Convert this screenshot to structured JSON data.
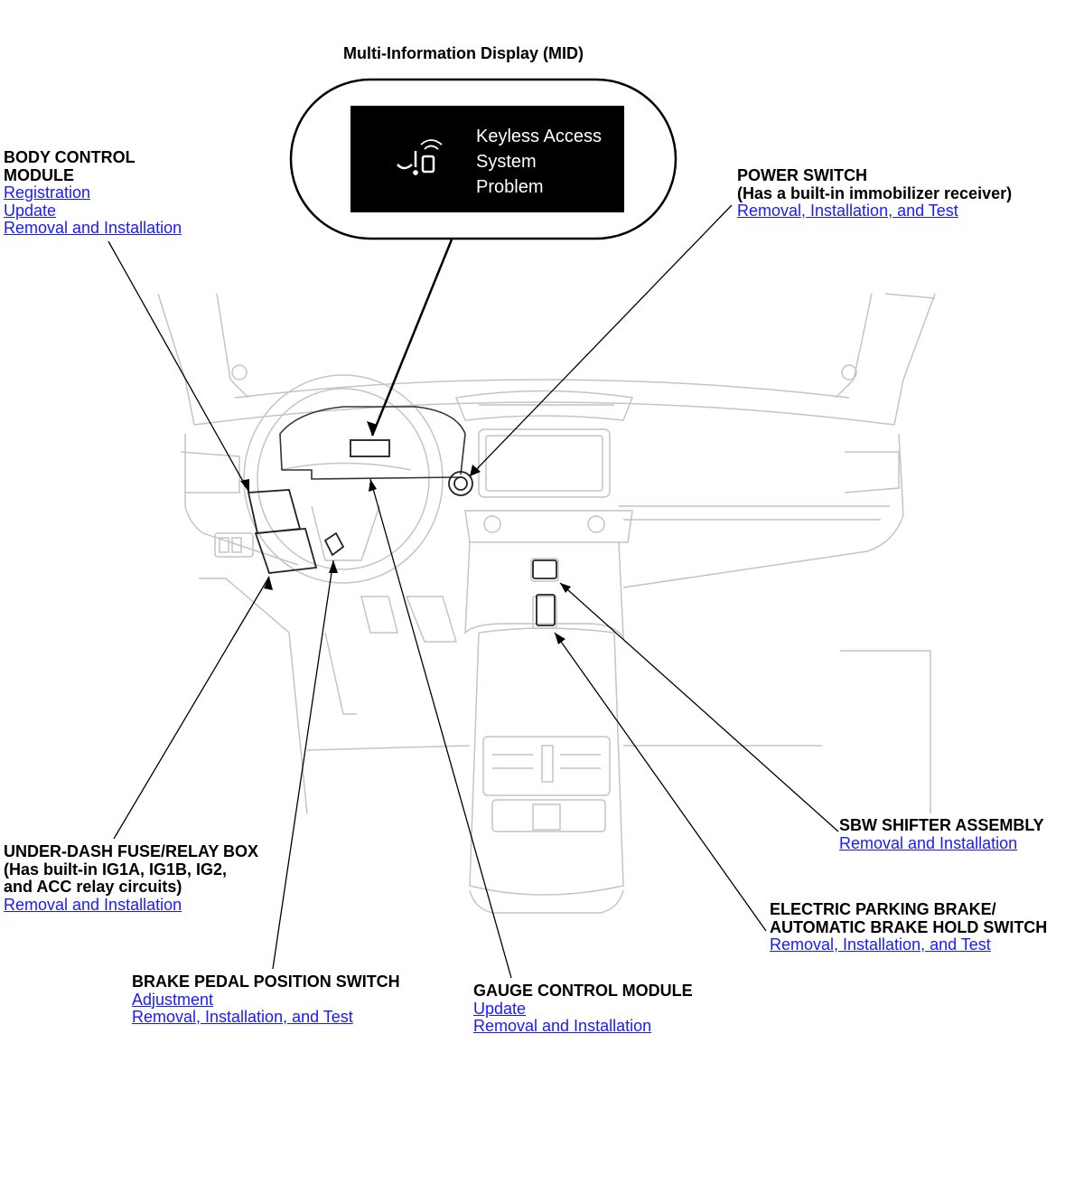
{
  "mid": {
    "title": "Multi-Information Display (MID)",
    "screen_lines": [
      "Keyless Access",
      "System",
      "Problem"
    ]
  },
  "body_control_module": {
    "title_line1": "BODY CONTROL",
    "title_line2": "MODULE",
    "links": [
      "Registration",
      "Update",
      "Removal and Installation"
    ]
  },
  "power_switch": {
    "title": "POWER SWITCH",
    "subtitle": "(Has a built-in immobilizer receiver)",
    "links": [
      "Removal, Installation, and Test"
    ]
  },
  "under_dash_fuse_relay_box": {
    "title": "UNDER-DASH FUSE/RELAY BOX",
    "subtitle_line1": "(Has built-in IG1A, IG1B, IG2,",
    "subtitle_line2": "and ACC relay circuits)",
    "links": [
      "Removal and Installation"
    ]
  },
  "brake_pedal_position_switch": {
    "title": "BRAKE PEDAL POSITION SWITCH",
    "links": [
      "Adjustment",
      "Removal, Installation, and Test"
    ]
  },
  "gauge_control_module": {
    "title": "GAUGE CONTROL MODULE",
    "links": [
      "Update",
      "Removal and Installation"
    ]
  },
  "sbw_shifter_assembly": {
    "title": "SBW SHIFTER ASSEMBLY",
    "links": [
      "Removal and Installation"
    ]
  },
  "electric_parking_brake": {
    "title_line1": "ELECTRIC PARKING BRAKE/",
    "title_line2": "AUTOMATIC BRAKE HOLD SWITCH",
    "links": [
      "Removal, Installation, and Test"
    ]
  },
  "colors": {
    "link": "#1a1aff",
    "drawing": "#c8c8c8",
    "leader": "#000000",
    "mid_screen": "#000000"
  },
  "icons": [
    "keyless-access-warning-icon"
  ]
}
